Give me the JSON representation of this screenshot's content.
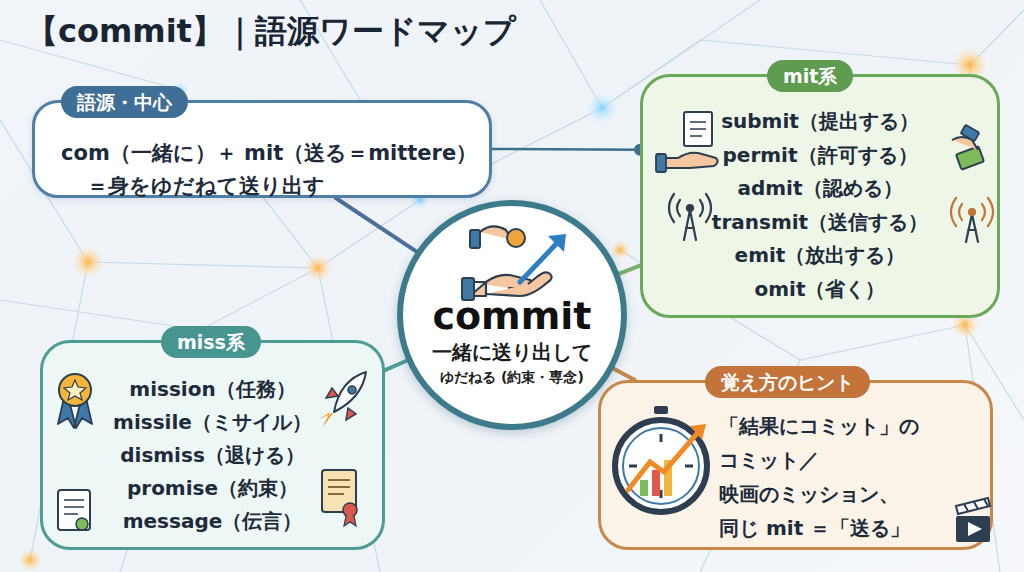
{
  "diagram": {
    "title": "【commit】｜語源ワードマップ",
    "nodes": [
      {
        "text": [
          "語源・中心",
          "com（一緒に）＋ mit（送る＝mittere） ＝身をゆだねて送り出す"
        ]
      },
      {
        "text": [
          "commit",
          "一緒に送り出して",
          "ゆだねる (約束・専念)"
        ]
      },
      {
        "text": [
          "mit系",
          "submit（提出する）",
          "permit（許可する）",
          "admit（認める）",
          "transmit（送信する）",
          "emit（放出する）",
          "omit（省く）"
        ]
      },
      {
        "text": [
          "miss系",
          "mission（任務）",
          "missile（ミサイル）",
          "dismiss（退ける）",
          "promise（約束）",
          "message（伝言）"
        ]
      },
      {
        "text": [
          "覚え方のヒント",
          "「結果にコミット」の コミット／ 映画のミッション、 同じ mit ＝「送る」"
        ]
      }
    ],
    "edges": [
      {
        "from": 0,
        "to": 2,
        "arrow": "none"
      },
      {
        "from": 1,
        "to": 0,
        "arrow": "none"
      },
      {
        "from": 1,
        "to": 2,
        "arrow": "none"
      },
      {
        "from": 1,
        "to": 3,
        "arrow": "none"
      },
      {
        "from": 1,
        "to": 4,
        "arrow": "none"
      }
    ]
  }
}
